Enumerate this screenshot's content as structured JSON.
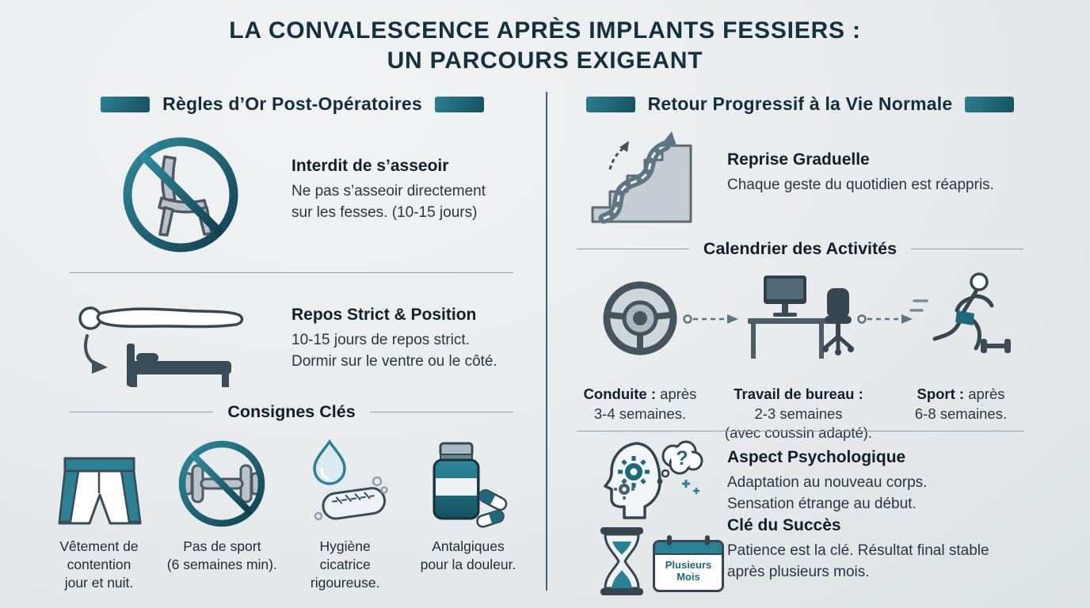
{
  "title": {
    "line1": "LA CONVALESCENCE APRÈS IMPLANTS FESSIERS :",
    "line2": "UN PARCOURS EXIGEANT"
  },
  "colors": {
    "background": "#e8ebed",
    "accent_teal": "#24788b",
    "accent_teal_dark": "#16505f",
    "heading_navy": "#14313d",
    "body_text": "#2b3540"
  },
  "left_column": {
    "header": "Règles d’Or Post-Opératoires",
    "no_sitting": {
      "icon": "no-sitting-icon",
      "heading": "Interdit de s’asseoir",
      "body": "Ne pas s’asseoir directement\nsur les fesses. (10-15 jours)"
    },
    "rest": {
      "icon": "rest-position-icon",
      "heading": "Repos Strict & Position",
      "body": "10-15 jours de repos strict.\nDormir sur le ventre ou le côté."
    },
    "key_instructions": {
      "heading": "Consignes Clés",
      "items": [
        {
          "icon": "compression-garment-icon",
          "caption": "Vêtement de\ncontention\njour et nuit."
        },
        {
          "icon": "no-sport-icon",
          "caption": "Pas de sport\n(6 semaines min)."
        },
        {
          "icon": "scar-hygiene-icon",
          "caption": "Hygiène\ncicatrice\nrigoureuse."
        },
        {
          "icon": "painkillers-icon",
          "caption": "Antalgiques\npour la douleur."
        }
      ]
    }
  },
  "right_column": {
    "header": "Retour Progressif à la Vie Normale",
    "gradual_return": {
      "icon": "upward-path-icon",
      "heading": "Reprise Graduelle",
      "body": "Chaque geste du quotidien est réappris."
    },
    "activity_calendar": {
      "heading": "Calendrier des Activités",
      "items": [
        {
          "icon": "steering-wheel-icon",
          "label": "Conduite :",
          "text": " après\n3-4 semaines."
        },
        {
          "icon": "office-desk-icon",
          "label": "Travail de bureau :",
          "text": "\n2-3 semaines\n(avec coussin adapté)."
        },
        {
          "icon": "running-sport-icon",
          "label": "Sport :",
          "text": " après\n6-8 semaines."
        }
      ]
    },
    "psychology": {
      "icon": "mind-gears-icon",
      "bubble_glyph": "?",
      "heading": "Aspect Psychologique",
      "body": "Adaptation au nouveau corps.\nSensation étrange au début."
    },
    "success": {
      "icon": "hourglass-icon",
      "calendar_icon": "calendar-icon",
      "calendar_label": "Plusieurs\nMois",
      "heading": "Clé du Succès",
      "body": "Patience est la clé. Résultat final stable\naprès plusieurs mois."
    }
  }
}
